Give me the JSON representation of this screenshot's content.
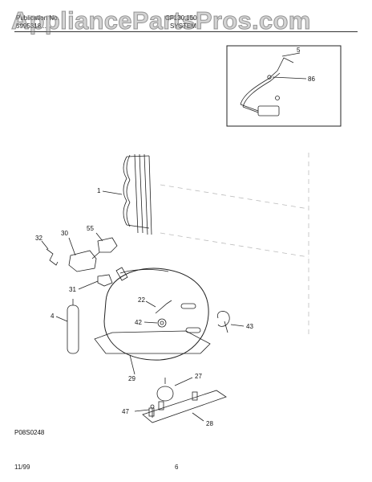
{
  "header": {
    "publication_label": "Publication No.",
    "publication_number": "5995318...",
    "model": "CF130,150",
    "section": "SYSTEM"
  },
  "watermark": "AppliancePartsPros.com",
  "inset_labels": [
    "5",
    "86"
  ],
  "part_labels": {
    "p1": "1",
    "p55": "55",
    "p32": "32",
    "p30": "30",
    "p31": "31",
    "p22": "22",
    "p4": "4",
    "p42": "42",
    "p43": "43",
    "p29": "29",
    "p27": "27",
    "p47": "47",
    "p28": "28"
  },
  "diagram_code": "P08S0248",
  "footer": {
    "date": "11/99",
    "page": "6"
  }
}
